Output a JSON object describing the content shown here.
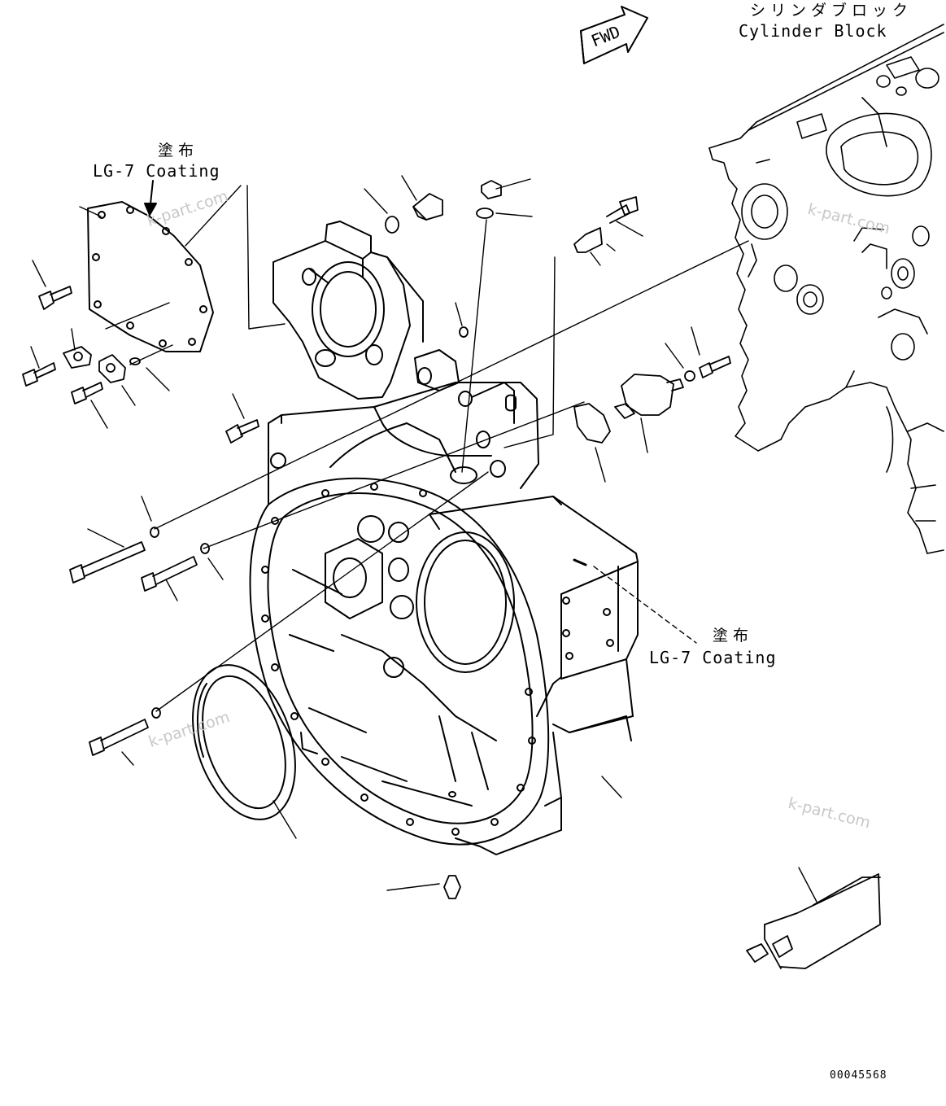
{
  "labels": {
    "fwd": "FWD",
    "cylinder_block_jp": "シリンダブロック",
    "cylinder_block_en": "Cylinder Block",
    "coating_top_jp": "塗布",
    "coating_top_en": "LG-7 Coating",
    "coating_right_jp": "塗布",
    "coating_right_en": "LG-7 Coating"
  },
  "watermarks": [
    "k-part.com",
    "k-part.com",
    "k-part.com",
    "k-part.com"
  ],
  "drawing_number": "00045568",
  "colors": {
    "line": "#000000",
    "watermark": "#c8c8c8",
    "background": "#ffffff"
  }
}
